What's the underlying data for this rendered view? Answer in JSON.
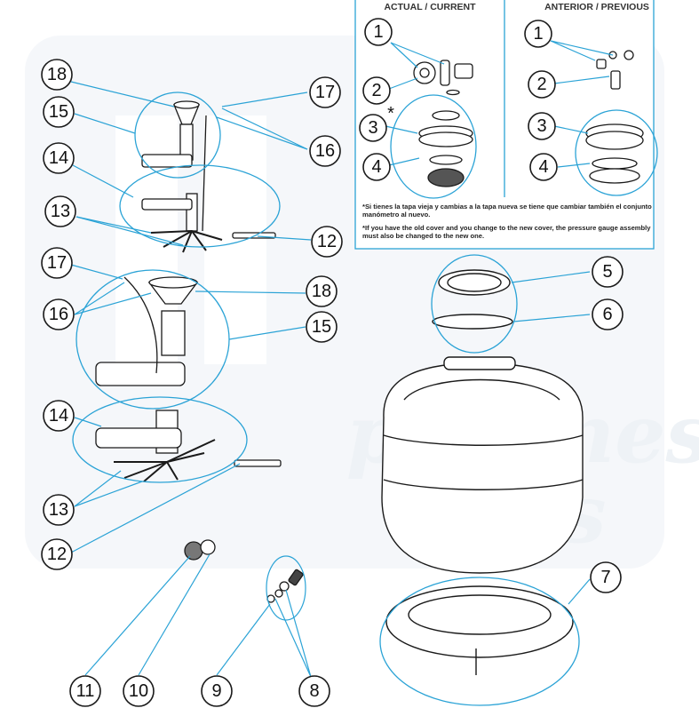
{
  "headers": {
    "current": "ACTUAL / CURRENT",
    "previous": "ANTERIOR / PREVIOUS"
  },
  "marker": {
    "current_3": "3",
    "asterisk": "*"
  },
  "notes": {
    "es": "*Si tienes la tapa vieja y cambias a la tapa nueva se tiene que cambiar también el conjunto manómetro al nuevo.",
    "en": "*If you have the old cover and you change to the new cover, the pressure gauge assembly must also be changed to the new one."
  },
  "watermark": {
    "line1": "piscines &",
    "line2": "spas"
  },
  "labels": {
    "current": [
      "1",
      "2",
      "4"
    ],
    "previous": [
      "1",
      "2",
      "3",
      "4"
    ],
    "upper_assembly": [
      "18",
      "15",
      "14",
      "13",
      "17",
      "16",
      "12"
    ],
    "lower_assembly": [
      "17",
      "16",
      "18",
      "15",
      "14",
      "13",
      "12"
    ],
    "right_parts": [
      "5",
      "6",
      "7"
    ],
    "bottom_parts": [
      "11",
      "10",
      "9",
      "8"
    ]
  },
  "colors": {
    "leader": "#2ba3d6",
    "stroke": "#1a1a1a",
    "watermark": "#eef2f6"
  }
}
